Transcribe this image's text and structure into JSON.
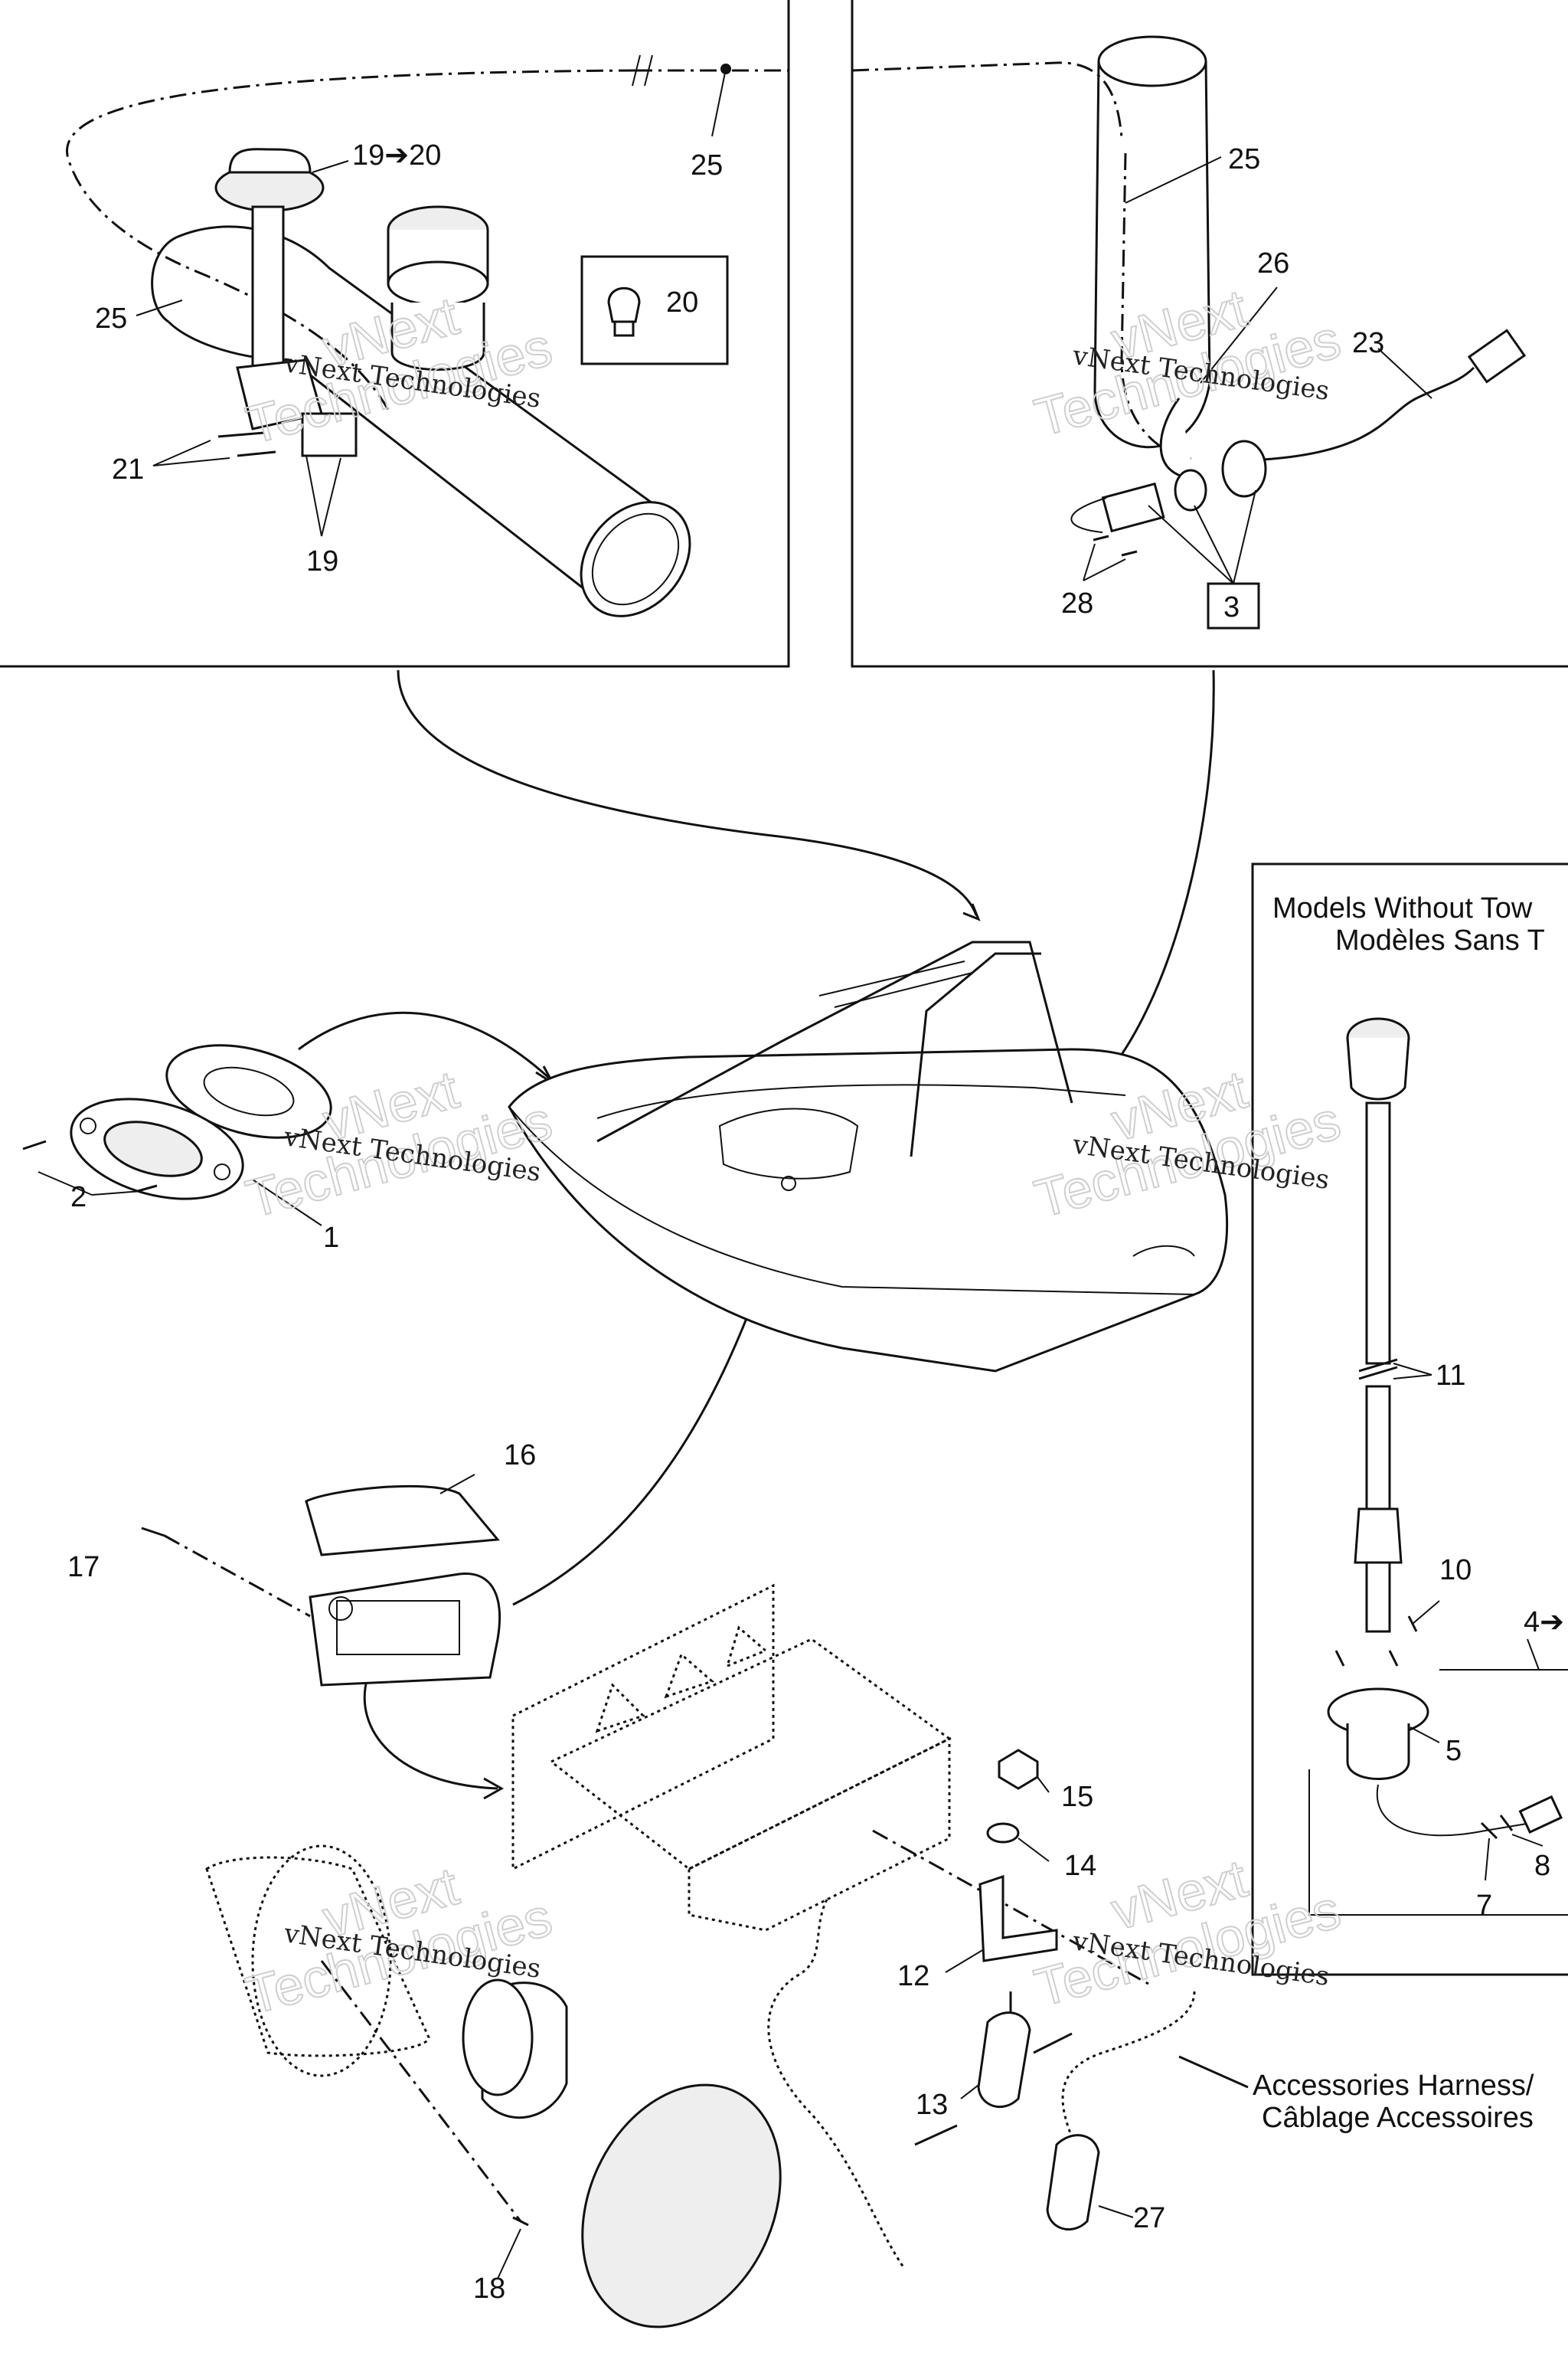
{
  "callouts": {
    "c19to20": "19➔20",
    "c20": "20",
    "c25_left_top": "25",
    "c25_left_side": "25",
    "c21": "21",
    "c19": "19",
    "c25_right": "25",
    "c26": "26",
    "c23": "23",
    "c28": "28",
    "c3": "3",
    "c2": "2",
    "c1": "1",
    "c11": "11",
    "c10": "10",
    "c4": "4➔",
    "c5": "5",
    "c7": "7",
    "c8": "8",
    "c16": "16",
    "c17": "17",
    "c15": "15",
    "c14": "14",
    "c12": "12",
    "c13": "13",
    "c18": "18",
    "c27": "27"
  },
  "labels": {
    "models_without_line1": "Models Without Tow",
    "models_without_line2": "Modèles Sans T",
    "accessories_line1": "Accessories Harness/",
    "accessories_line2": "Câblage Accessoires"
  },
  "watermark": {
    "text": "vNext Technologies",
    "big_line1": "vNext",
    "big_line2": "Technologies"
  }
}
